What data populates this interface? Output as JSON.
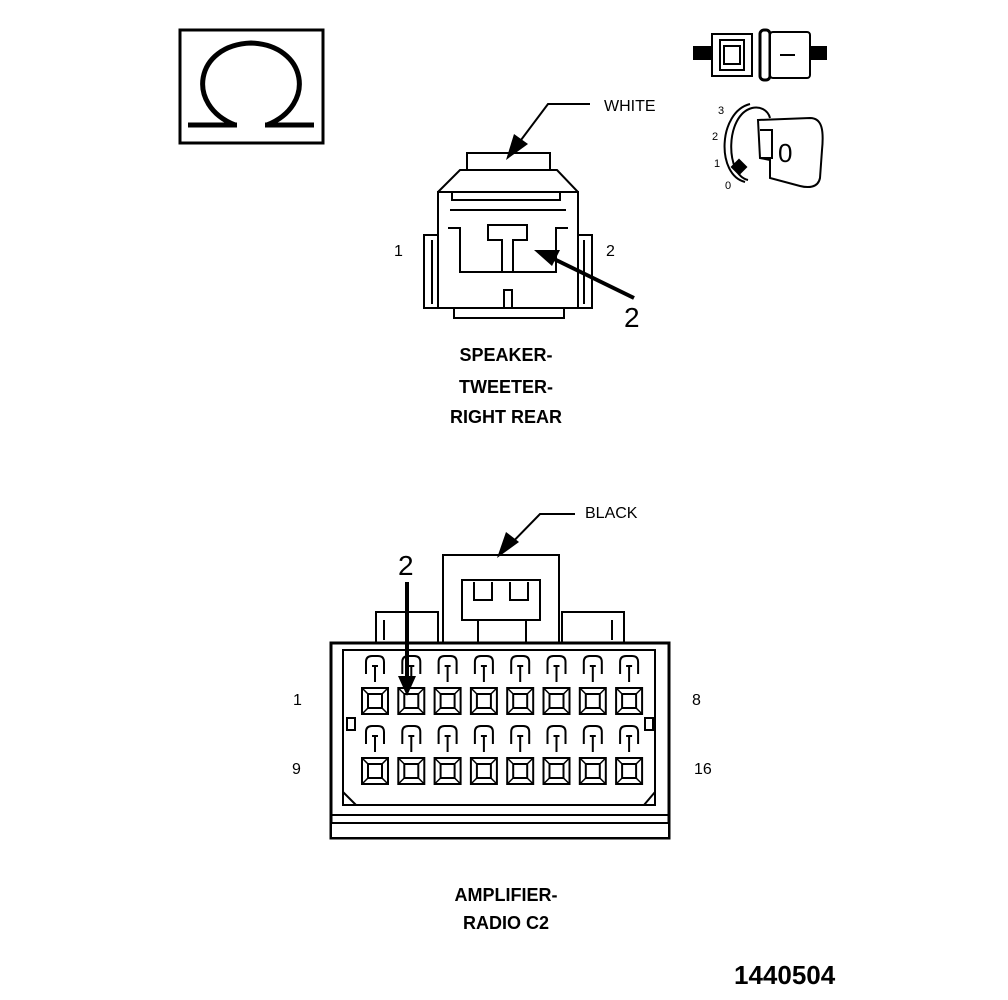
{
  "tweeter_connector": {
    "color_label": "WHITE",
    "pin_left": "1",
    "pin_right": "2",
    "callout_pin": "2",
    "caption_lines": [
      "SPEAKER-",
      "TWEETER-",
      "RIGHT REAR"
    ]
  },
  "amplifier_connector": {
    "color_label": "BLACK",
    "callout_pin": "2",
    "row1_start": "1",
    "row1_end": "8",
    "row2_start": "9",
    "row2_end": "16",
    "caption_lines": [
      "AMPLIFIER-",
      "RADIO C2"
    ]
  },
  "ignition_key": {
    "positions": [
      "3",
      "2",
      "1",
      "0"
    ],
    "key_label": "0"
  },
  "figure_id": "1440504",
  "icons": {
    "ohmmeter": "ohm-symbol-icon",
    "connector_probe": "connector-probe-icon",
    "ignition": "ignition-key-icon"
  }
}
